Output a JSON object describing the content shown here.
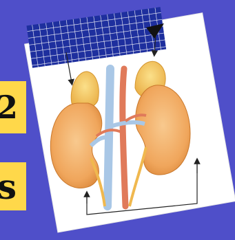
{
  "labels": {
    "top_left_glyph": "2",
    "bottom_left_glyph": "s"
  },
  "colors": {
    "background": "#4f4fc9",
    "sticky_note": "#ffd84a",
    "tape": "#1e2f9e",
    "kidney": "#f3b06c",
    "adrenal": "#f7c96a",
    "vessel": "#a9c7e6",
    "artery": "#e07a5a"
  },
  "diagram": {
    "subject": "kidneys-with-adrenal-glands",
    "callout_arrows": 4,
    "bracket_arrow": true
  }
}
